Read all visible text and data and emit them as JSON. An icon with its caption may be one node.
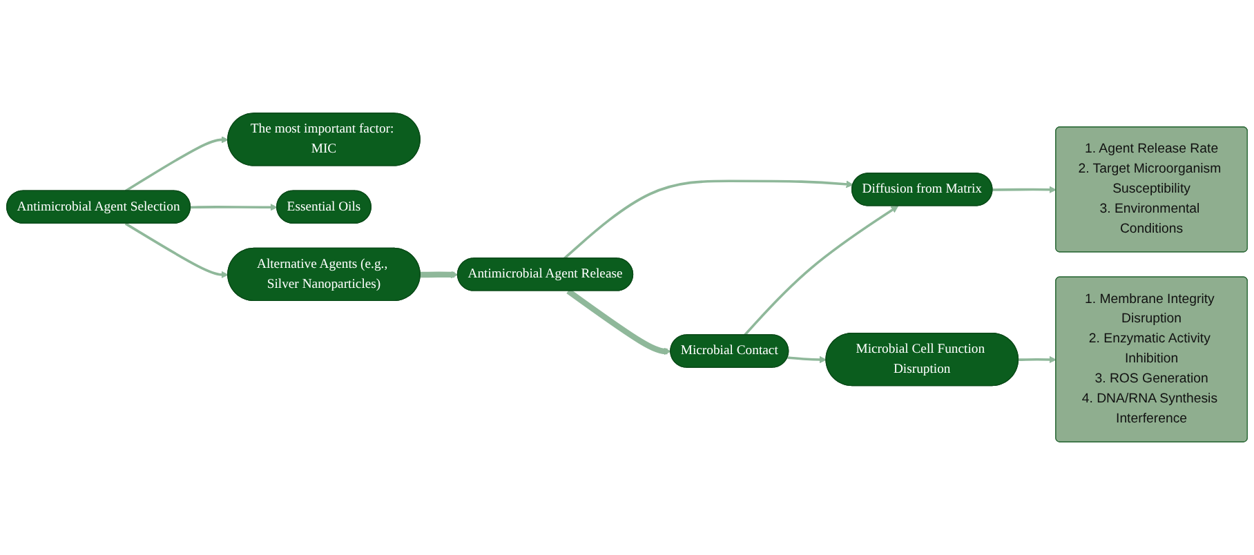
{
  "diagram": {
    "nodes": [
      {
        "text": [
          "Antimicrobial Agent Selection"
        ]
      },
      {
        "text": [
          "The most important factor: MIC"
        ]
      },
      {
        "text": [
          "Essential Oils"
        ]
      },
      {
        "text": [
          "Alternative Agents (e.g., Silver Nanoparticles)"
        ]
      },
      {
        "text": [
          "Microbial Cell Function Disruption"
        ]
      },
      {
        "text": [
          "1. Membrane Integrity Disruption",
          "2. Enzymatic Activity Inhibition",
          "3. ROS Generation",
          "4. DNA/RNA Synthesis Interference"
        ]
      },
      {
        "text": [
          "Antimicrobial Agent Release"
        ]
      },
      {
        "text": [
          "1. Agent Release Rate",
          "2. Target Microorganism Susceptibility",
          "3. Environmental Conditions"
        ]
      },
      {
        "text": [
          "Diffusion from Matrix"
        ]
      },
      {
        "text": [
          "Microbial Contact"
        ]
      }
    ],
    "edges": [
      {
        "from": 0,
        "to": 1,
        "arrow": "to"
      },
      {
        "from": 0,
        "to": 2,
        "arrow": "to"
      },
      {
        "from": 0,
        "to": 3,
        "arrow": "to"
      },
      {
        "from": 3,
        "to": 6,
        "arrow": "to",
        "style": "thick"
      },
      {
        "from": 6,
        "to": 8,
        "arrow": "to"
      },
      {
        "from": 6,
        "to": 9,
        "arrow": "to",
        "style": "thick"
      },
      {
        "from": 9,
        "to": 8,
        "arrow": "to"
      },
      {
        "from": 9,
        "to": 4,
        "arrow": "to"
      },
      {
        "from": 4,
        "to": 5,
        "arrow": "to"
      },
      {
        "from": 8,
        "to": 7,
        "arrow": "to"
      }
    ]
  }
}
